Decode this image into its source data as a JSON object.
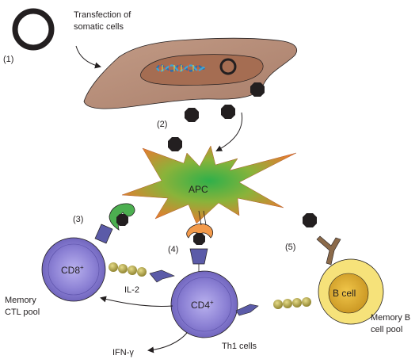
{
  "labels": {
    "transfection_line1": "Transfection of",
    "transfection_line2": "somatic cells",
    "step1": "(1)",
    "step2": "(2)",
    "step3": "(3)",
    "step4": "(4)",
    "step5": "(5)",
    "apc": "APC",
    "cd8_base": "CD8",
    "cd8_sup": "+",
    "cd4_base": "CD4",
    "cd4_sup": "+",
    "b_cell": "B cell",
    "il2": "IL-2",
    "ifn": "IFN-γ",
    "th1": "Th1 cells",
    "memory_ctl_line1": "Memory",
    "memory_ctl_line2": "CTL pool",
    "memory_b_line1": "Memory B",
    "memory_b_line2": "cell pool"
  },
  "colors": {
    "somatic_cell": "#b08a78",
    "nucleus": "#a26a4e",
    "t_cell": "#8a7fd0",
    "b_cell_outer": "#f6e27a",
    "b_cell_inner": "#d4a72c",
    "apc_center": "#3bb34a",
    "apc_edge": "#f07a3a",
    "mhc_green": "#4caf50",
    "mhc_orange": "#f39a4a",
    "receptor": "#5b5ba8",
    "cytokine": "#a89a3a",
    "antibody": "#8b6a4a",
    "antigen": "#231f20"
  }
}
